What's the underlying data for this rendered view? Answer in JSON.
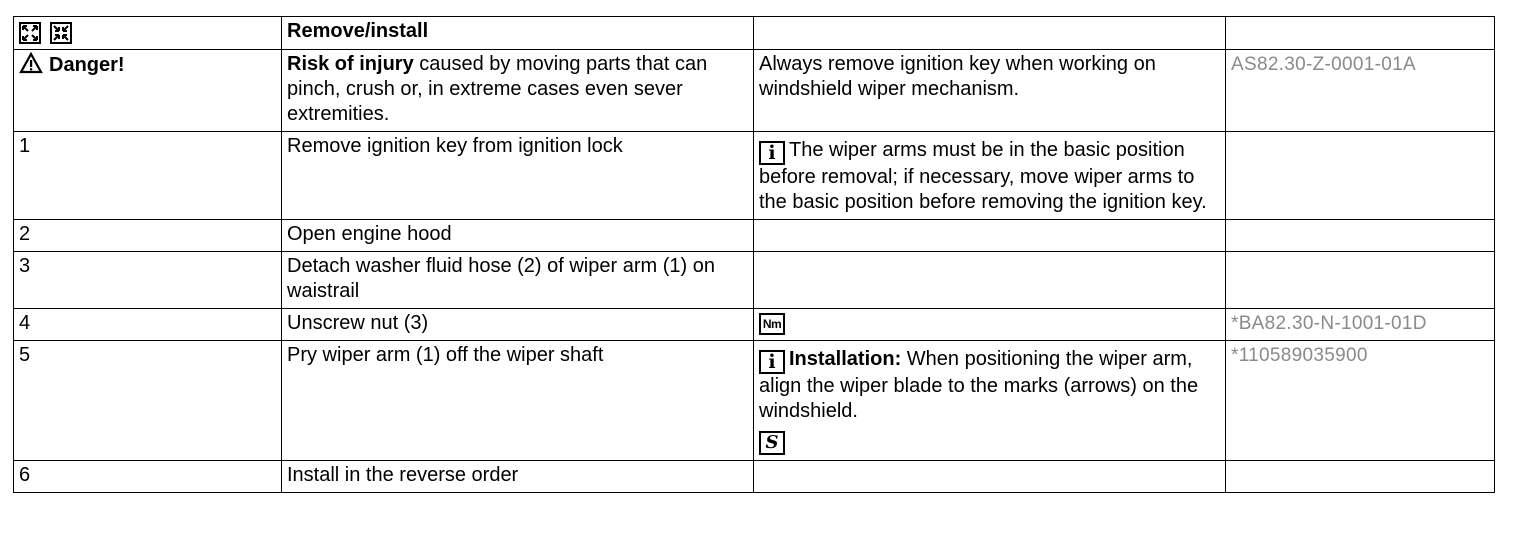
{
  "header": {
    "title": "Remove/install",
    "expand_icon": "expand-icon",
    "collapse_icon": "collapse-icon"
  },
  "danger": {
    "label": "Danger!",
    "risk_bold": "Risk of injury",
    "risk_text": " caused by moving parts that can pinch, crush or, in extreme cases even sever extremities.",
    "instruction": "Always remove ignition key when working on windshield wiper mechanism.",
    "ref": "AS82.30-Z-0001-01A"
  },
  "steps": [
    {
      "num": "1",
      "text": "Remove ignition key from ignition lock",
      "note": "The wiper arms must be in the basic position before removal; if necessary, move wiper arms to the basic position before removing the ignition key.",
      "ref": ""
    },
    {
      "num": "2",
      "text": "Open engine hood",
      "note": "",
      "ref": ""
    },
    {
      "num": "3",
      "text": "Detach washer fluid hose (2) of wiper arm (1) on waistrail",
      "note": "",
      "ref": ""
    },
    {
      "num": "4",
      "text": "Unscrew nut (3)",
      "note": "",
      "ref": "*BA82.30-N-1001-01D"
    },
    {
      "num": "5",
      "text": "Pry wiper arm (1) off the wiper shaft",
      "note_bold": "Installation:",
      "note": " When positioning the wiper arm, align the wiper blade to the marks (arrows) on the windshield.",
      "ref": "*110589035900"
    },
    {
      "num": "6",
      "text": "Install in the reverse order",
      "note": "",
      "ref": ""
    }
  ],
  "icons": {
    "info": "i",
    "torque": "Nm",
    "tool": "S"
  }
}
